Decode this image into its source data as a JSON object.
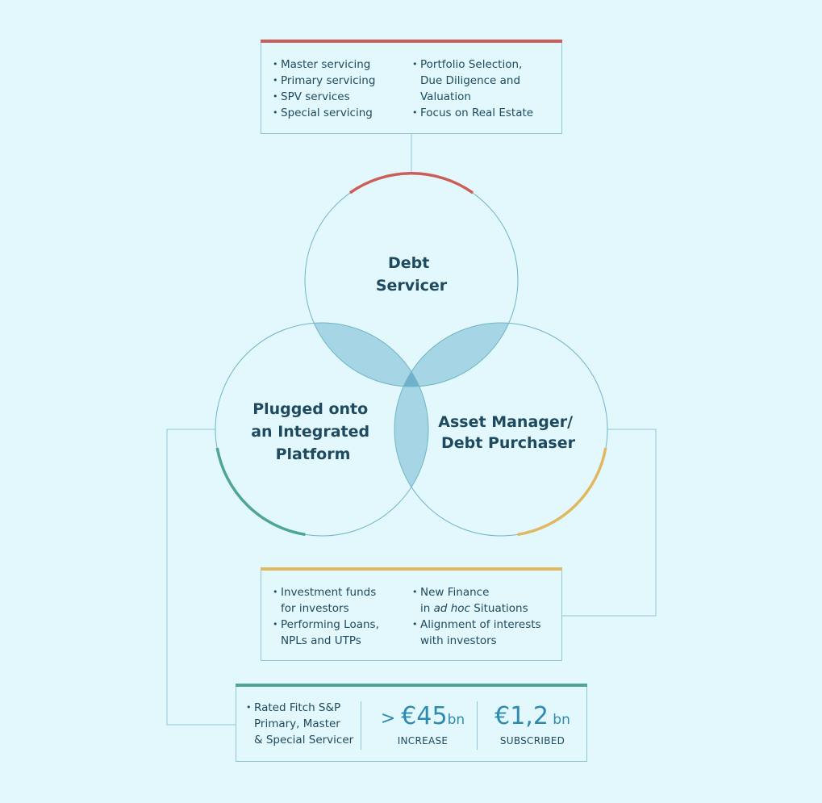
{
  "circles": {
    "top": {
      "lines": [
        "Debt",
        "Servicer"
      ]
    },
    "left": {
      "lines": [
        "Plugged onto",
        "an Integrated",
        "Platform"
      ]
    },
    "right": {
      "lines": [
        "Asset Manager/",
        "Debt Purchaser"
      ]
    }
  },
  "colors": {
    "background": "#e3f8fd",
    "stroke": "#6fb5c6",
    "overlap": "#a6d6e6",
    "center": "#6fb1cc",
    "text": "#1d4a5e",
    "accent_red": "#cc5e58",
    "accent_green": "#4fa595",
    "accent_yellow": "#dfb85f",
    "stat_blue": "#2e8bb0"
  },
  "top_box": {
    "col1": [
      "Master servicing",
      "Primary servicing",
      "SPV services",
      "Special servicing"
    ],
    "col2": [
      [
        "Portfolio Selection,",
        "Due Diligence and",
        "Valuation"
      ],
      [
        "Focus on Real Estate"
      ]
    ]
  },
  "middle_box": {
    "col1": [
      [
        "Investment funds",
        "for investors"
      ],
      [
        "Performing Loans,",
        "NPLs and UTPs"
      ]
    ],
    "col2": {
      "item1_line1": "New Finance",
      "item1_prefix": "in ",
      "item1_italic": "ad hoc",
      "item1_suffix": " Situations",
      "item2": [
        "Alignment of interests",
        "with investors"
      ]
    }
  },
  "bottom_box": {
    "bullet": [
      "Rated Fitch S&P",
      "Primary, Master",
      "& Special Servicer"
    ],
    "stat1": {
      "prefix": "> ",
      "value": "€45",
      "unit": "bn",
      "caption": "INCREASE"
    },
    "stat2": {
      "value": "€1,2",
      "unit": " bn",
      "caption": "SUBSCRIBED"
    }
  }
}
